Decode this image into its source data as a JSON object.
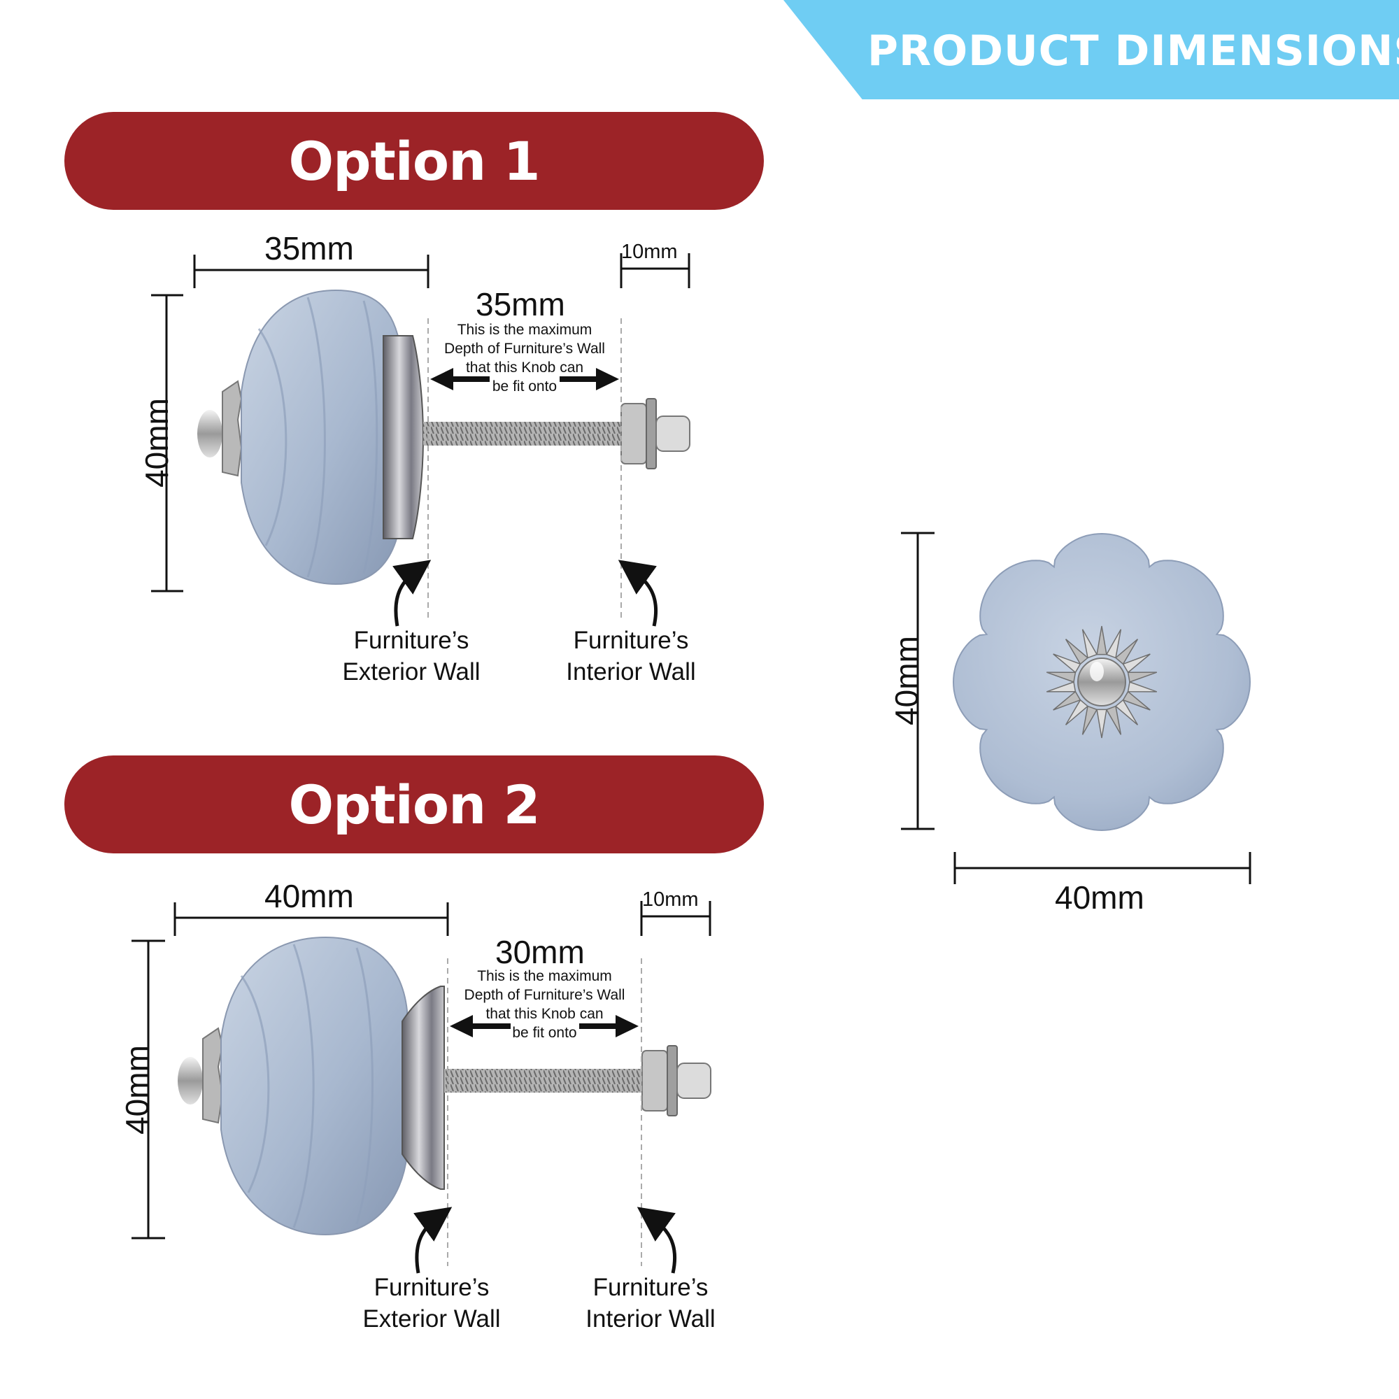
{
  "header": {
    "title": "PRODUCT DIMENSIONS",
    "accent_color": "#6fcdf3"
  },
  "brand_color": "#9c2327",
  "knob_color": "#a9b8cf",
  "option1": {
    "title": "Option 1",
    "knob_length": "35mm",
    "height": "40mm",
    "wall_depth": "35mm",
    "nut_length": "10mm",
    "note": [
      "This is the maximum",
      "Depth of Furniture’s Wall",
      "that this Knob can",
      "be fit onto"
    ],
    "exterior_label": [
      "Furniture’s",
      "Exterior Wall"
    ],
    "interior_label": [
      "Furniture’s",
      "Interior Wall"
    ]
  },
  "option2": {
    "title": "Option 2",
    "knob_length": "40mm",
    "height": "40mm",
    "wall_depth": "30mm",
    "nut_length": "10mm",
    "note": [
      "This is the maximum",
      "Depth of Furniture’s Wall",
      "that this Knob can",
      "be fit onto"
    ],
    "exterior_label": [
      "Furniture’s",
      "Exterior Wall"
    ],
    "interior_label": [
      "Furniture’s",
      "Interior Wall"
    ]
  },
  "front_view": {
    "height": "40mm",
    "width": "40mm"
  }
}
